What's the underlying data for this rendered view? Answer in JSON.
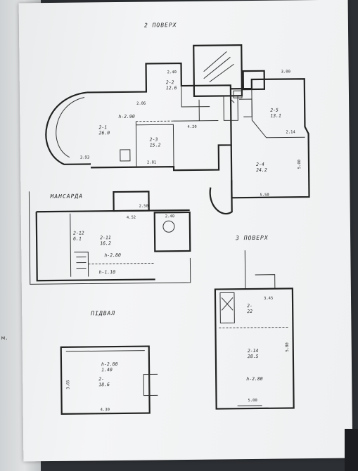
{
  "sections": {
    "floor2": "2 ПОВЕРХ",
    "attic": "МАНСАРДА",
    "floor3": "3 ПОВЕРХ",
    "basement": "ПІДВАЛ"
  },
  "floor2": {
    "rooms": [
      {
        "id": "2-1",
        "area": "26.0",
        "height": "h-2.90"
      },
      {
        "id": "2-2",
        "area": "12.6"
      },
      {
        "id": "2-3",
        "area": "15.2"
      },
      {
        "id": "2-5",
        "area": "13.1"
      },
      {
        "id": "2-4",
        "area": "24.2"
      }
    ],
    "dims": {
      "d240": "2.40",
      "d300": "3.00",
      "d286": "2.86",
      "d214": "2.14",
      "d500": "5.00",
      "d550": "5.50",
      "d393": "3.93",
      "d281": "2.81",
      "d420": "4.20"
    }
  },
  "attic": {
    "rooms": [
      {
        "id": "2-11",
        "area": "16.2",
        "height": "h-2.80"
      },
      {
        "id": "2-12",
        "area": "6.1"
      }
    ],
    "min_height": "h-1.10",
    "dims": {
      "d452": "4.52",
      "d250": "2.50",
      "d240": "2.40"
    }
  },
  "floor3": {
    "rooms": [
      {
        "id": "2-",
        "area": "22"
      },
      {
        "id": "2-14",
        "area": "28.5",
        "height": "h-2.80"
      }
    ],
    "dims": {
      "d345": "3.45",
      "d500": "5.00",
      "d580": "5.80"
    }
  },
  "basement": {
    "room": {
      "id": "2-",
      "area": "18.6",
      "height": "h-2.80",
      "height2": "1.40"
    },
    "dims": {
      "d430": "4.30",
      "d365": "3.65"
    }
  },
  "binder_mark": "м."
}
